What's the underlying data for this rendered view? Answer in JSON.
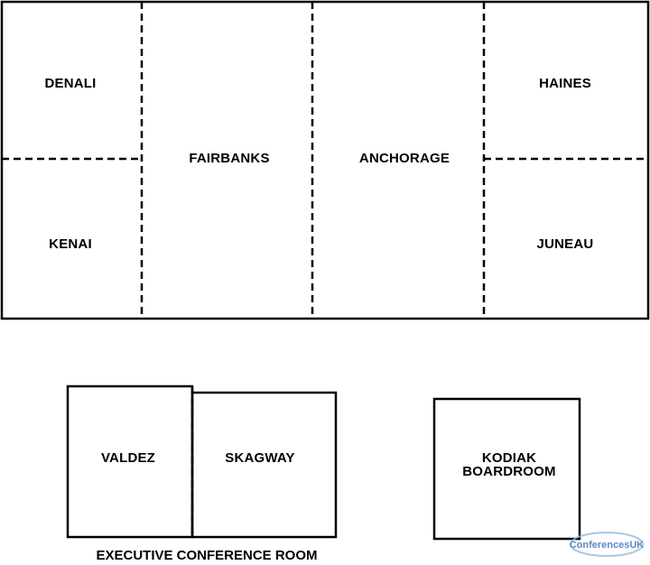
{
  "rooms": {
    "denali": "DENALI",
    "kenai": "KENAI",
    "fairbanks": "FAIRBANKS",
    "anchorage": "ANCHORAGE",
    "haines": "HAINES",
    "juneau": "JUNEAU",
    "valdez": "VALDEZ",
    "skagway": "SKAGWAY",
    "kodiak_line1": "KODIAK",
    "kodiak_line2": "BOARDROOM"
  },
  "captions": {
    "executive": "EXECUTIVE CONFERENCE ROOM"
  },
  "watermark": {
    "text": "ConferencesUK",
    "color": "#2f6db5"
  }
}
